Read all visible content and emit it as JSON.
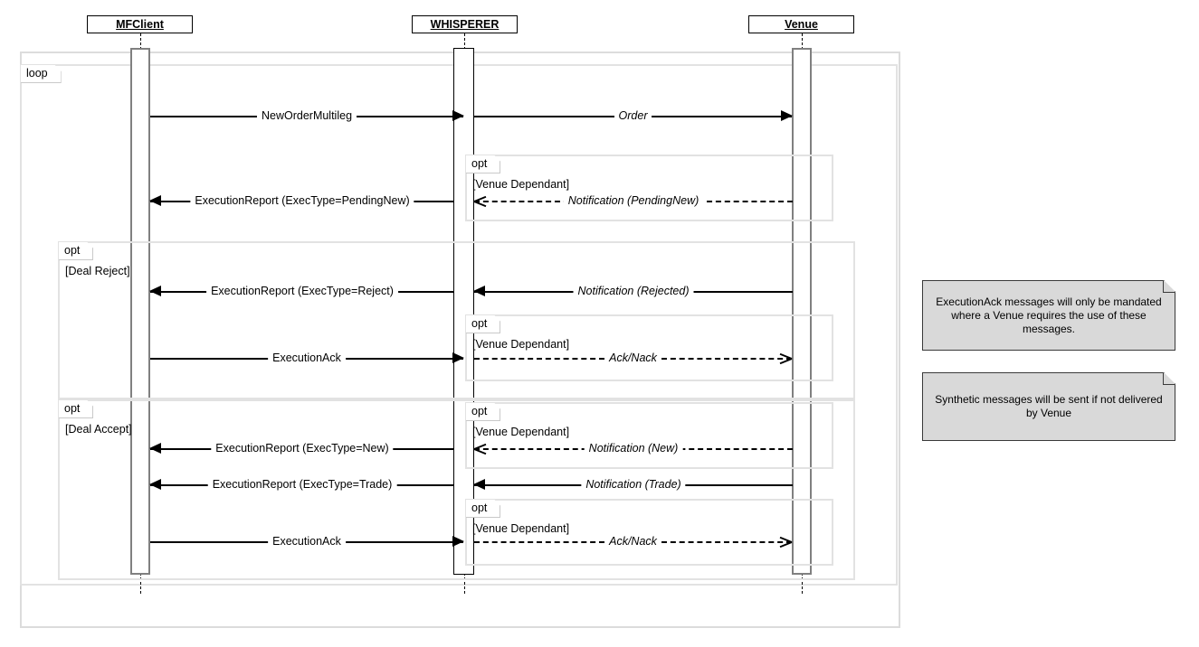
{
  "diagram": {
    "type": "uml-sequence-diagram",
    "participants": [
      {
        "id": "mfclient",
        "name": "MFClient"
      },
      {
        "id": "whisperer",
        "name": "WHISPERER"
      },
      {
        "id": "venue",
        "name": "Venue"
      }
    ],
    "fragments": [
      {
        "id": "loop-main",
        "label": "loop",
        "guard": ""
      },
      {
        "id": "opt-pendingnew",
        "label": "opt",
        "guard": "[Venue Dependant]"
      },
      {
        "id": "opt-deal-reject",
        "label": "opt",
        "guard": "[Deal Reject]"
      },
      {
        "id": "opt-acknack-1",
        "label": "opt",
        "guard": "[Venue Dependant]"
      },
      {
        "id": "opt-deal-accept",
        "label": "opt",
        "guard": "[Deal Accept]"
      },
      {
        "id": "opt-notif-new",
        "label": "opt",
        "guard": "[Venue Dependant]"
      },
      {
        "id": "opt-acknack-2",
        "label": "opt",
        "guard": "[Venue Dependant]"
      }
    ],
    "messages": [
      {
        "id": "m1",
        "label": "NewOrderMultileg",
        "from": "mfclient",
        "to": "whisperer",
        "style": "solid",
        "arrow": "filled",
        "italic": false
      },
      {
        "id": "m2",
        "label": "Order",
        "from": "whisperer",
        "to": "venue",
        "style": "solid",
        "arrow": "filled",
        "italic": true
      },
      {
        "id": "m3",
        "label": "ExecutionReport (ExecType=PendingNew)",
        "from": "whisperer",
        "to": "mfclient",
        "style": "solid",
        "arrow": "filled",
        "italic": false
      },
      {
        "id": "m4",
        "label": "Notification (PendingNew)",
        "from": "venue",
        "to": "whisperer",
        "style": "dashed",
        "arrow": "open",
        "italic": true
      },
      {
        "id": "m5",
        "label": "ExecutionReport (ExecType=Reject)",
        "from": "whisperer",
        "to": "mfclient",
        "style": "solid",
        "arrow": "filled",
        "italic": false
      },
      {
        "id": "m6",
        "label": "Notification (Rejected)",
        "from": "venue",
        "to": "whisperer",
        "style": "solid",
        "arrow": "filled",
        "italic": true
      },
      {
        "id": "m7",
        "label": "ExecutionAck",
        "from": "mfclient",
        "to": "whisperer",
        "style": "solid",
        "arrow": "filled",
        "italic": false
      },
      {
        "id": "m8",
        "label": "Ack/Nack",
        "from": "whisperer",
        "to": "venue",
        "style": "dashed",
        "arrow": "open",
        "italic": true
      },
      {
        "id": "m9",
        "label": "ExecutionReport (ExecType=New)",
        "from": "whisperer",
        "to": "mfclient",
        "style": "solid",
        "arrow": "filled",
        "italic": false
      },
      {
        "id": "m10",
        "label": "Notification (New)",
        "from": "venue",
        "to": "whisperer",
        "style": "dashed",
        "arrow": "open",
        "italic": true
      },
      {
        "id": "m11",
        "label": "ExecutionReport (ExecType=Trade)",
        "from": "whisperer",
        "to": "mfclient",
        "style": "solid",
        "arrow": "filled",
        "italic": false
      },
      {
        "id": "m12",
        "label": "Notification (Trade)",
        "from": "venue",
        "to": "whisperer",
        "style": "solid",
        "arrow": "filled",
        "italic": true
      },
      {
        "id": "m13",
        "label": "ExecutionAck",
        "from": "mfclient",
        "to": "whisperer",
        "style": "solid",
        "arrow": "filled",
        "italic": false
      },
      {
        "id": "m14",
        "label": "Ack/Nack",
        "from": "whisperer",
        "to": "venue",
        "style": "dashed",
        "arrow": "open",
        "italic": true
      }
    ],
    "notes": [
      {
        "id": "note-executionack",
        "text": "ExecutionAck messages will only be mandated where a Venue requires the use of these messages."
      },
      {
        "id": "note-synthetic",
        "text": "Synthetic messages will be sent if not delivered by Venue"
      }
    ],
    "colors": {
      "note_fill": "#d9d9d9",
      "note_border": "#3a3a3a",
      "frame_border": "#dcdcdc",
      "fragment_border": "#e2e2e2",
      "line": "#000000",
      "activation_grey": "#808080",
      "background": "#ffffff"
    }
  }
}
